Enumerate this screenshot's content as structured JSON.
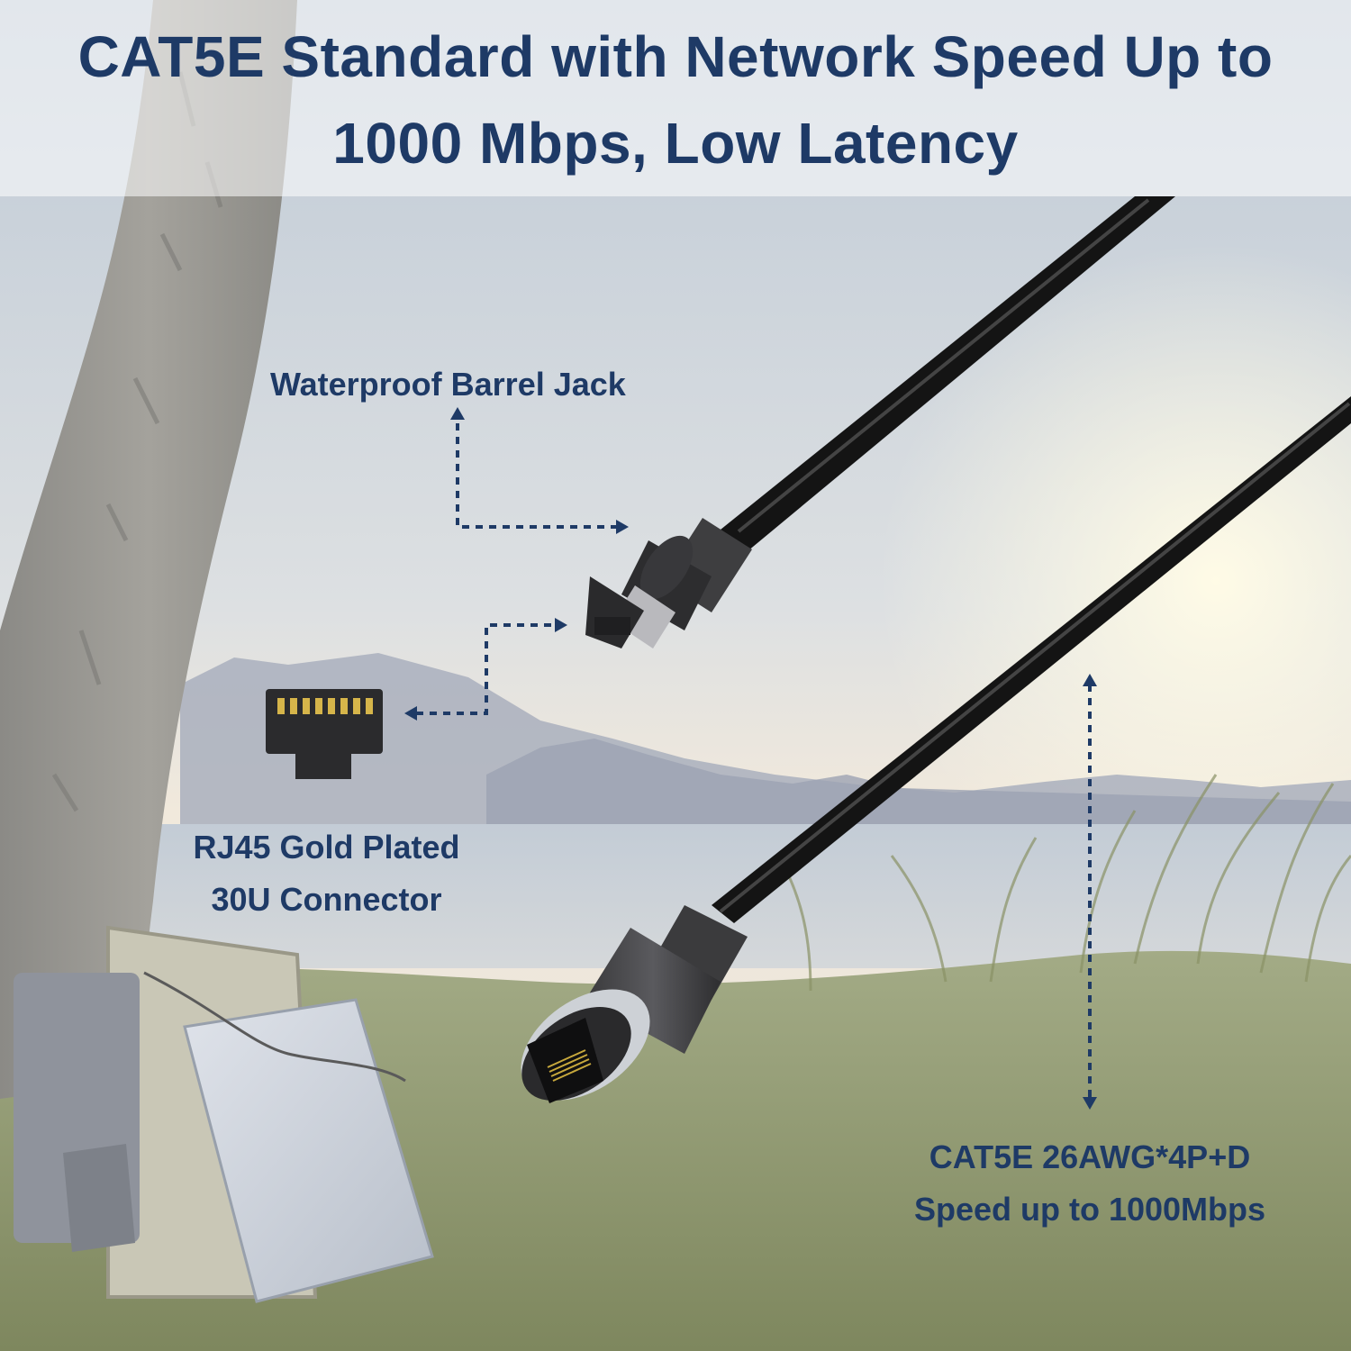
{
  "title": {
    "line1": "CAT5E Standard with Network Speed Up to",
    "line2": "1000 Mbps, Low Latency"
  },
  "callouts": {
    "barrel_jack": "Waterproof Barrel Jack",
    "rj45_line1": "RJ45 Gold Plated",
    "rj45_line2": "30U Connector",
    "cable_line1": "CAT5E 26AWG*4P+D",
    "cable_line2": "Speed up to 1000Mbps"
  },
  "colors": {
    "text": "#1e3a66",
    "cable": "#141414",
    "sky_top": "#c9d3dc",
    "sky_horizon": "#ece4d6",
    "grass": "#7d8a58"
  }
}
